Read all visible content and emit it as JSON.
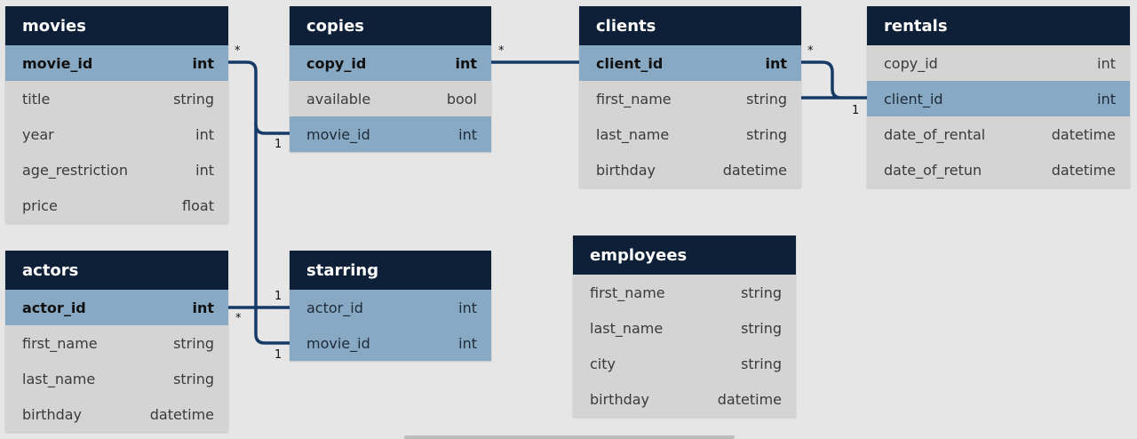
{
  "tables": {
    "movies": {
      "title": "movies",
      "rows": [
        {
          "name": "movie_id",
          "type": "int"
        },
        {
          "name": "title",
          "type": "string"
        },
        {
          "name": "year",
          "type": "int"
        },
        {
          "name": "age_restriction",
          "type": "int"
        },
        {
          "name": "price",
          "type": "float"
        }
      ]
    },
    "copies": {
      "title": "copies",
      "rows": [
        {
          "name": "copy_id",
          "type": "int"
        },
        {
          "name": "available",
          "type": "bool"
        },
        {
          "name": "movie_id",
          "type": "int"
        }
      ]
    },
    "clients": {
      "title": "clients",
      "rows": [
        {
          "name": "client_id",
          "type": "int"
        },
        {
          "name": "first_name",
          "type": "string"
        },
        {
          "name": "last_name",
          "type": "string"
        },
        {
          "name": "birthday",
          "type": "datetime"
        }
      ]
    },
    "rentals": {
      "title": "rentals",
      "rows": [
        {
          "name": "copy_id",
          "type": "int"
        },
        {
          "name": "client_id",
          "type": "int"
        },
        {
          "name": "date_of_rental",
          "type": "datetime"
        },
        {
          "name": "date_of_retun",
          "type": "datetime"
        }
      ]
    },
    "actors": {
      "title": "actors",
      "rows": [
        {
          "name": "actor_id",
          "type": "int"
        },
        {
          "name": "first_name",
          "type": "string"
        },
        {
          "name": "last_name",
          "type": "string"
        },
        {
          "name": "birthday",
          "type": "datetime"
        }
      ]
    },
    "starring": {
      "title": "starring",
      "rows": [
        {
          "name": "actor_id",
          "type": "int"
        },
        {
          "name": "movie_id",
          "type": "int"
        }
      ]
    },
    "employees": {
      "title": "employees",
      "rows": [
        {
          "name": "first_name",
          "type": "string"
        },
        {
          "name": "last_name",
          "type": "string"
        },
        {
          "name": "city",
          "type": "string"
        },
        {
          "name": "birthday",
          "type": "datetime"
        }
      ]
    }
  },
  "relationships": {
    "movies_copies": {
      "many": "*",
      "one": "1"
    },
    "copies_clients": {
      "many": "*"
    },
    "clients_rentals": {
      "many": "*",
      "one": "1"
    },
    "movies_starring": {
      "one": "1"
    },
    "actors_starring": {
      "many": "*",
      "one": "1"
    }
  },
  "colors": {
    "header": "#0e1f38",
    "key_row": "#88a9c4",
    "row": "#d4d4d4",
    "line": "#153a66",
    "background": "#e6e6e6"
  }
}
